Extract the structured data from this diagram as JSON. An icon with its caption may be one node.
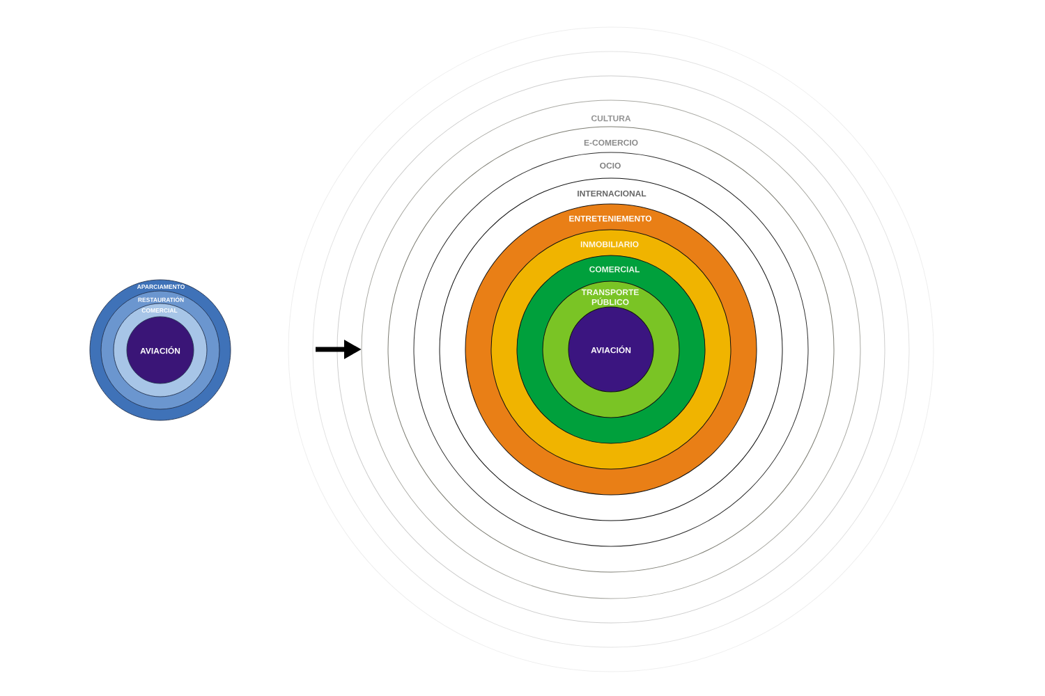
{
  "diagram": {
    "nodes": [
      {
        "text": [
          "APARCIAMENTO"
        ]
      },
      {
        "text": [
          "RESTAURATIÓN"
        ],
        "in": 0
      },
      {
        "text": [
          "COMERCIAL"
        ],
        "in": 1
      },
      {
        "text": [
          "AVIACIÓN"
        ],
        "in": 2
      },
      {
        "text": [],
        "shape": "circle"
      },
      {
        "text": [],
        "shape": "circle",
        "in": 4
      },
      {
        "text": [],
        "shape": "circle",
        "in": 5
      },
      {
        "text": [
          "CULTURA"
        ],
        "in": 6
      },
      {
        "text": [
          "E-COMERCIO"
        ],
        "in": 7
      },
      {
        "text": [
          "OCIO"
        ],
        "in": 8
      },
      {
        "text": [
          "INTERNACIONAL"
        ],
        "in": 9
      },
      {
        "text": [
          "ENTRETENIEMENTO"
        ],
        "in": 10
      },
      {
        "text": [
          "INMOBILIARIO"
        ],
        "in": 11
      },
      {
        "text": [
          "COMERCIAL"
        ],
        "in": 12
      },
      {
        "text": [
          "TRANSPORTE PÚBLICO"
        ],
        "in": 13
      },
      {
        "text": [
          "AVIACIÓN"
        ],
        "in": 14
      }
    ],
    "edges": [
      {
        "from": null,
        "to": 7,
        "arrow": "to"
      }
    ]
  }
}
